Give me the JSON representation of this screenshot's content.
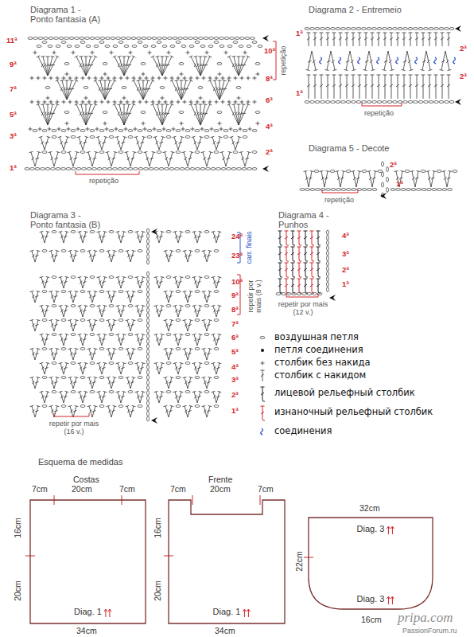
{
  "diagram": {
    "nodes": [
      {
        "text": [
          "Diag. 1"
        ]
      },
      {
        "text": [
          "Diag. 1"
        ]
      },
      {
        "text": [
          "Diag. 3",
          "Diag. 3"
        ]
      }
    ],
    "labels": [
      "Diagrama 1 -",
      "Ponto fantasia (A)",
      "11ª",
      "10ª",
      "9ª",
      "8ª",
      "7ª",
      "6ª",
      "5ª",
      "4ª",
      "3ª",
      "2ª",
      "1ª",
      "repetição",
      "repetição",
      "Diagrama 2 - Entremeio",
      "1ª",
      "2ª",
      "2ª",
      "1ª",
      "repetição",
      "Diagrama 5 - Decote",
      "2ª",
      "1ª",
      "repetição",
      "Diagrama 3 -",
      "Ponto fantasia (B)",
      "24ª",
      "23ª",
      "10ª",
      "9ª",
      "8ª",
      "7ª",
      "6ª",
      "5ª",
      "4ª",
      "3ª",
      "2ª",
      "1ª",
      "carr. finais",
      "repetir por mais (8 v.)",
      "repetir por mais (16 v.)",
      "Diagrama 4 -",
      "Punhos",
      "4ª",
      "3ª",
      "2ª",
      "1ª",
      "repetir por mais (12 v.)",
      "Esquema de medidas",
      "Costas",
      "7cm",
      "20cm",
      "7cm",
      "16cm",
      "20cm",
      "34cm",
      "Frente",
      "7cm",
      "20cm",
      "7cm",
      "16cm",
      "20cm",
      "34cm",
      "32cm",
      "22cm",
      "16cm",
      "pripa.com",
      "PassionForum.ru"
    ],
    "legend": [
      {
        "text": "воздушная петля"
      },
      {
        "text": "петля соединения"
      },
      {
        "text": "столбик без накида"
      },
      {
        "text": "столбик с накидом"
      },
      {
        "text": "лицевой рельефный столбик"
      },
      {
        "text": "изнаночный рельефный столбик"
      },
      {
        "text": "соединения"
      }
    ]
  }
}
